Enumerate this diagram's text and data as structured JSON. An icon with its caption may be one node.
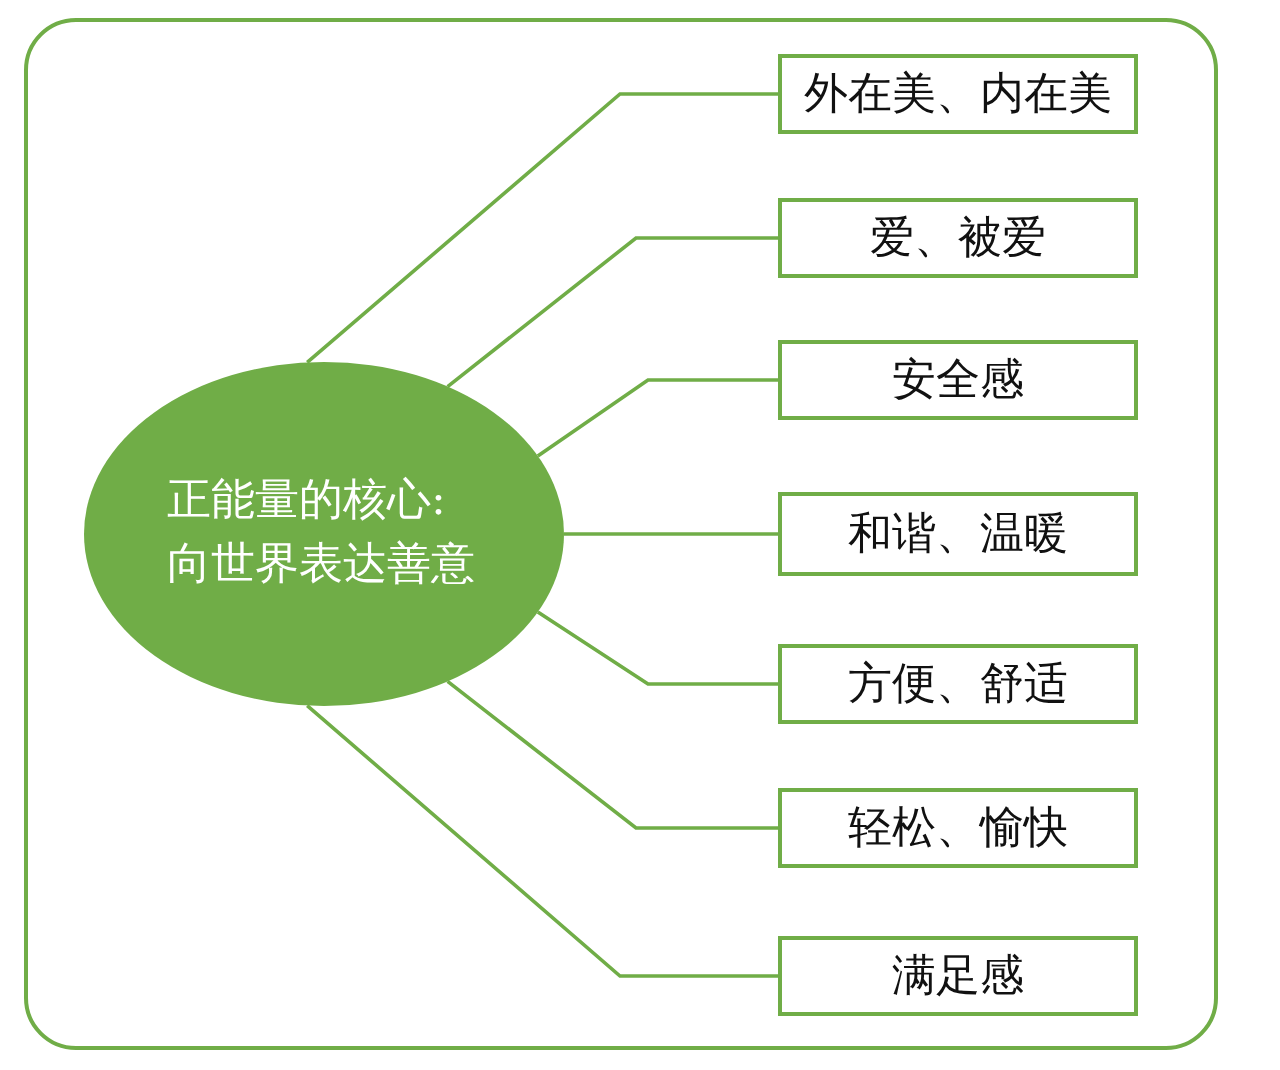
{
  "diagram": {
    "nodes": [
      {
        "text": [
          "正能量的核心:向世界表达善意"
        ]
      },
      {
        "text": [
          "外在美、内在美"
        ]
      },
      {
        "text": [
          "爱、被爱"
        ]
      },
      {
        "text": [
          "安全感"
        ]
      },
      {
        "text": [
          "和谐、温暖"
        ]
      },
      {
        "text": [
          "方便、舒适"
        ]
      },
      {
        "text": [
          "轻松、愉快"
        ]
      },
      {
        "text": [
          "满足感"
        ]
      }
    ],
    "edges": [
      {
        "from": 0,
        "to": 1,
        "arrow": "none"
      },
      {
        "from": 0,
        "to": 2,
        "arrow": "none"
      },
      {
        "from": 0,
        "to": 3,
        "arrow": "none"
      },
      {
        "from": 0,
        "to": 4,
        "arrow": "none"
      },
      {
        "from": 0,
        "to": 5,
        "arrow": "none"
      },
      {
        "from": 0,
        "to": 6,
        "arrow": "none"
      },
      {
        "from": 0,
        "to": 7,
        "arrow": "none"
      }
    ]
  }
}
